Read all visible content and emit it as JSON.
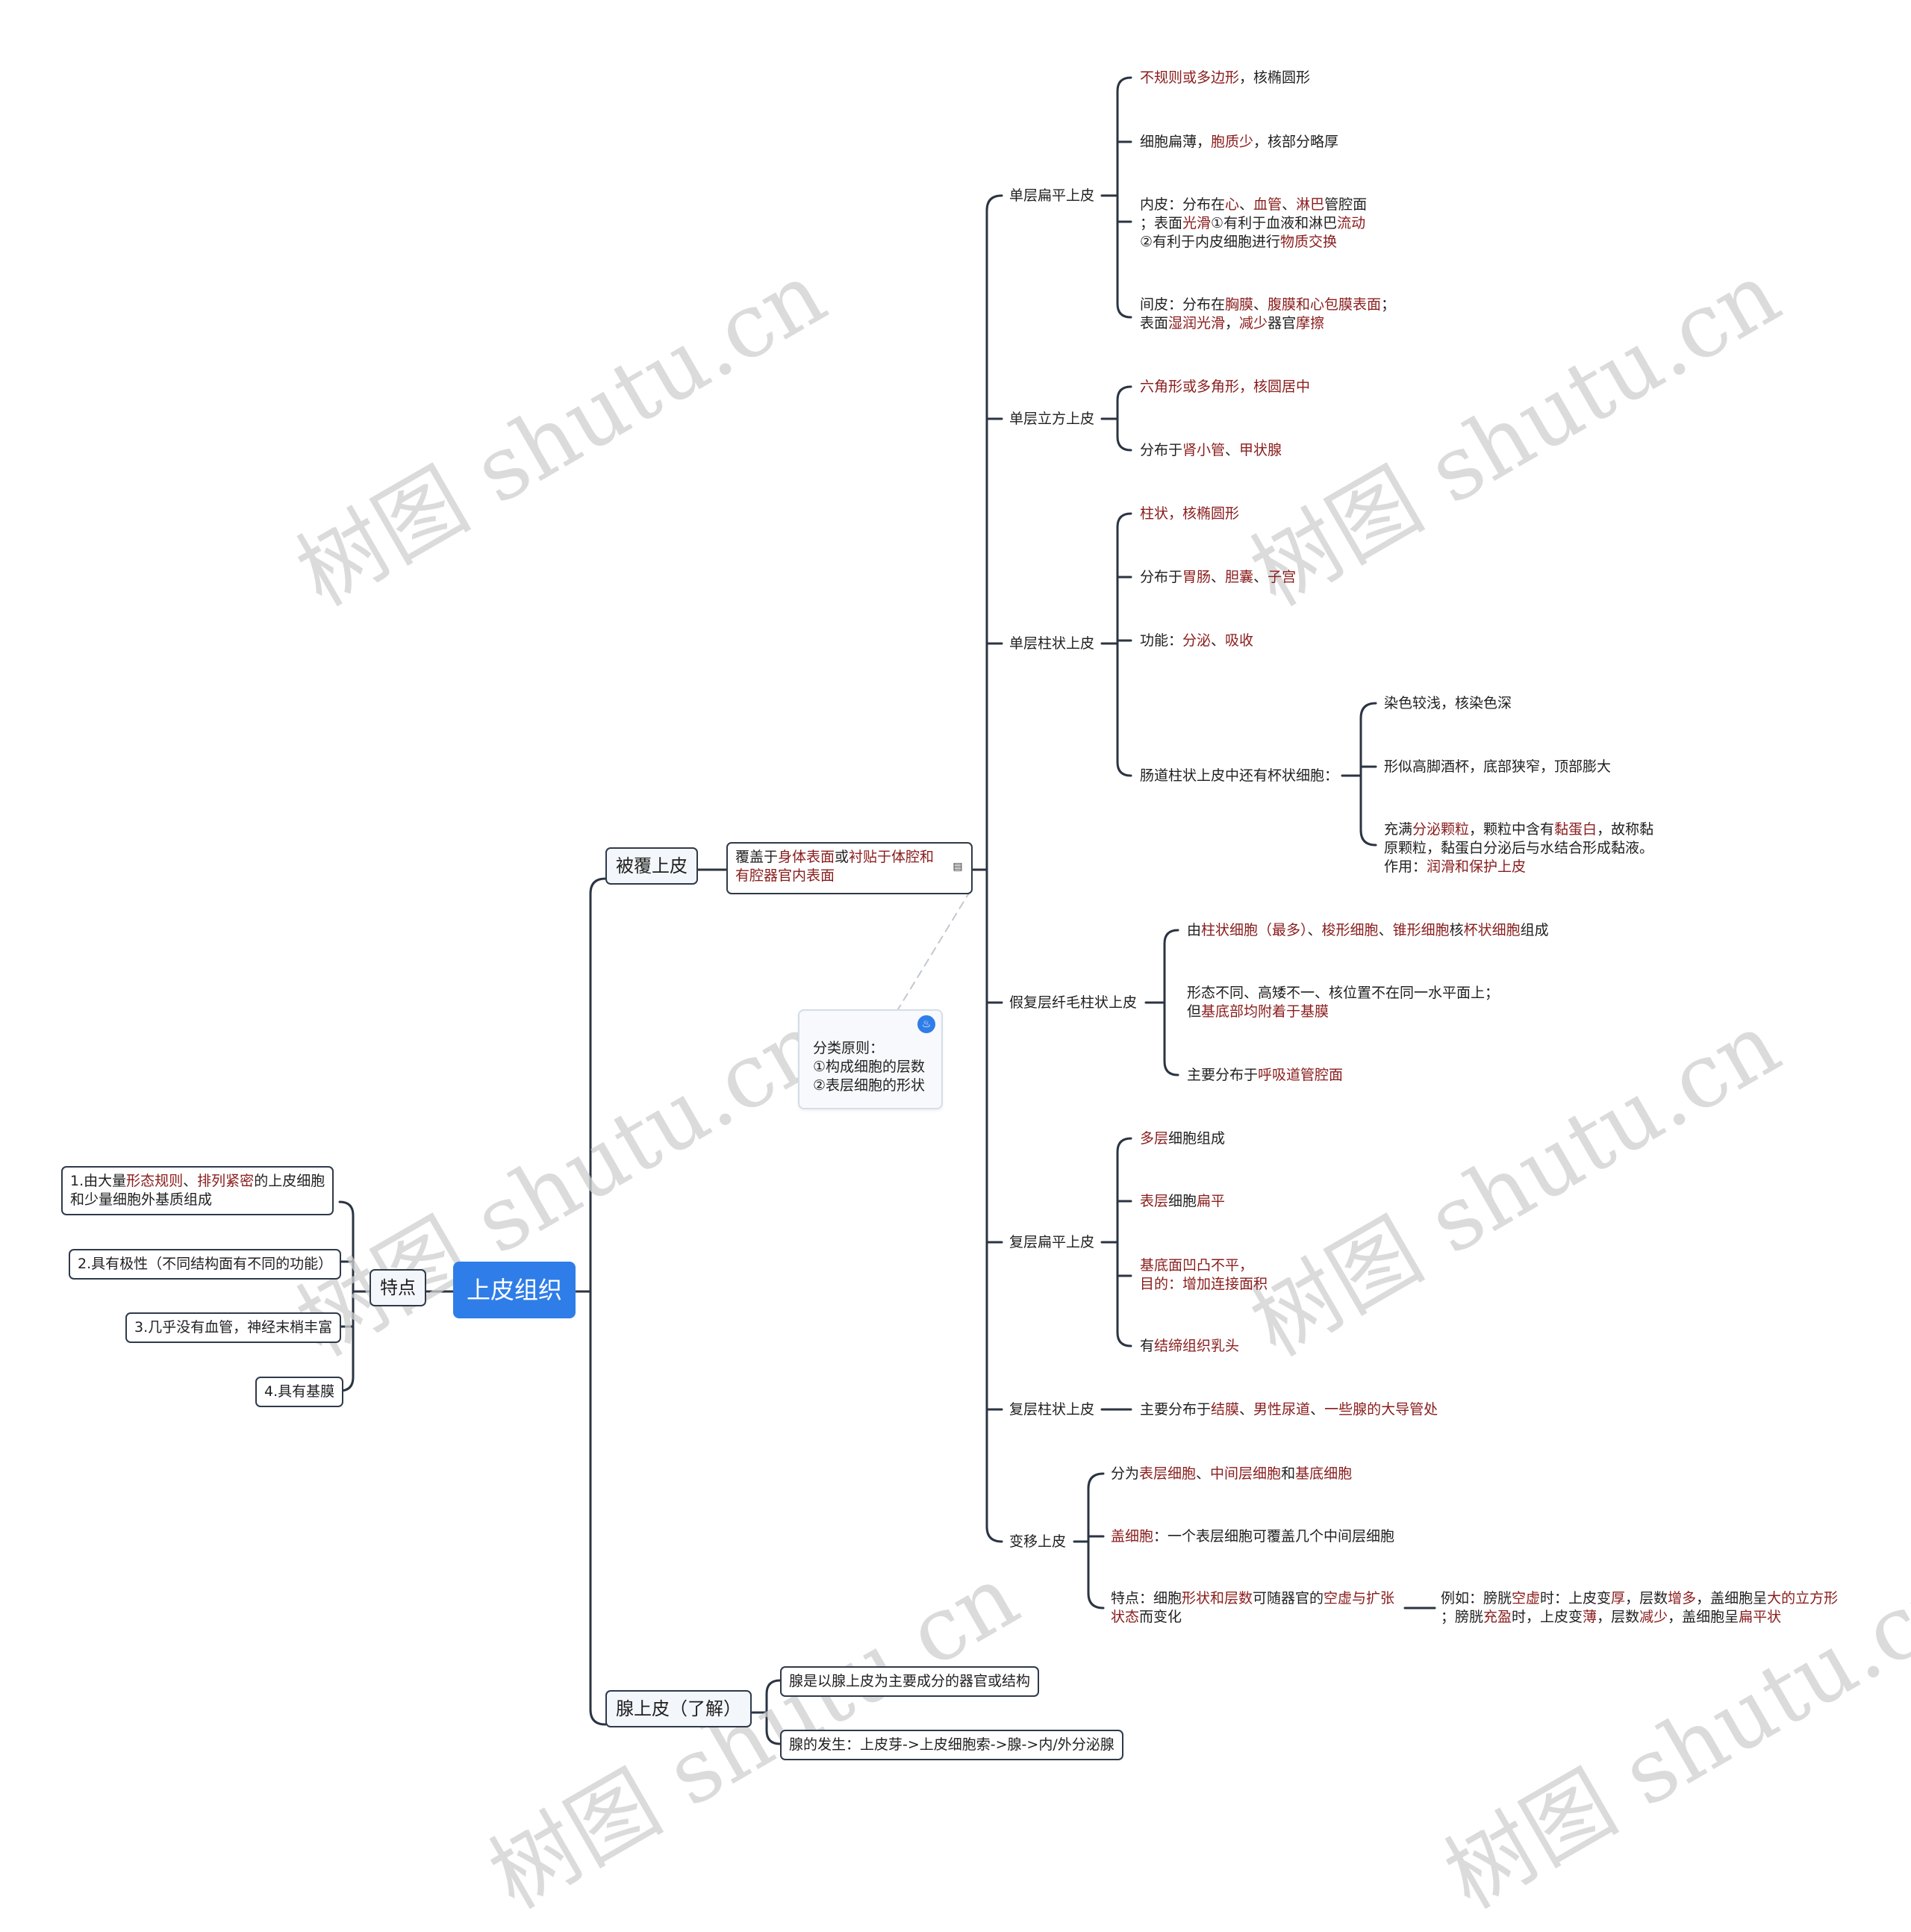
{
  "root": {
    "label": "上皮组织"
  },
  "features": {
    "label": "特点",
    "items": [
      [
        {
          "t": "1.由大量"
        },
        {
          "t": "形态规则",
          "h": true
        },
        {
          "t": "、"
        },
        {
          "t": "排列紧密",
          "h": true
        },
        {
          "t": "的上皮细胞"
        },
        {
          "br": true
        },
        {
          "t": "和少量细胞外基质组成"
        }
      ],
      [
        {
          "t": "2.具有极性（不同结构面有不同的功能）"
        }
      ],
      [
        {
          "t": "3.几乎没有血管，神经末梢丰富"
        }
      ],
      [
        {
          "t": "4.具有基膜"
        }
      ]
    ]
  },
  "covering": {
    "label": "被覆上皮",
    "desc": [
      {
        "t": "覆盖于"
      },
      {
        "t": "身体表面",
        "h": true
      },
      {
        "t": "或"
      },
      {
        "t": "衬贴于体腔和",
        "h": true
      },
      {
        "br": true
      },
      {
        "t": "有腔器官内表面",
        "h": true
      }
    ],
    "note": {
      "lines": [
        "分类原则：",
        "①构成细胞的层数",
        "②表层细胞的形状"
      ]
    },
    "types": [
      {
        "label": "单层扁平上皮",
        "items": [
          [
            {
              "t": "不规则或多边形",
              "h": true
            },
            {
              "t": "，核椭圆形"
            }
          ],
          [
            {
              "t": "细胞扁薄，"
            },
            {
              "t": "胞质少",
              "h": true
            },
            {
              "t": "，核部分略厚"
            }
          ],
          [
            {
              "t": "内皮：分布在"
            },
            {
              "t": "心",
              "h": true
            },
            {
              "t": "、"
            },
            {
              "t": "血管",
              "h": true
            },
            {
              "t": "、"
            },
            {
              "t": "淋巴",
              "h": true
            },
            {
              "t": "管腔面"
            },
            {
              "br": true
            },
            {
              "t": "；表面"
            },
            {
              "t": "光滑",
              "h": true
            },
            {
              "t": "①有利于血液和淋巴"
            },
            {
              "t": "流动",
              "h": true
            },
            {
              "br": true
            },
            {
              "t": "②有利于内皮细胞进行"
            },
            {
              "t": "物质交换",
              "h": true
            }
          ],
          [
            {
              "t": "间皮：分布在"
            },
            {
              "t": "胸膜",
              "h": true
            },
            {
              "t": "、"
            },
            {
              "t": "腹膜和心包膜表面",
              "h": true
            },
            {
              "t": "；"
            },
            {
              "br": true
            },
            {
              "t": "表面"
            },
            {
              "t": "湿润光滑",
              "h": true
            },
            {
              "t": "，"
            },
            {
              "t": "减少",
              "h": true
            },
            {
              "t": "器官"
            },
            {
              "t": "摩擦",
              "h": true
            }
          ]
        ]
      },
      {
        "label": "单层立方上皮",
        "items": [
          [
            {
              "t": "六角形或多角形，核圆居中",
              "h": true
            }
          ],
          [
            {
              "t": "分布于"
            },
            {
              "t": "肾小管",
              "h": true
            },
            {
              "t": "、"
            },
            {
              "t": "甲状腺",
              "h": true
            }
          ]
        ]
      },
      {
        "label": "单层柱状上皮",
        "items": [
          [
            {
              "t": "柱状，核椭圆形",
              "h": true
            }
          ],
          [
            {
              "t": "分布于"
            },
            {
              "t": "胃肠",
              "h": true
            },
            {
              "t": "、"
            },
            {
              "t": "胆囊",
              "h": true
            },
            {
              "t": "、"
            },
            {
              "t": "子宫",
              "h": true
            }
          ],
          [
            {
              "t": "功能："
            },
            {
              "t": "分泌",
              "h": true
            },
            {
              "t": "、"
            },
            {
              "t": "吸收",
              "h": true
            }
          ],
          [
            {
              "t": "肠道柱状上皮中还有杯状细胞："
            }
          ]
        ],
        "goblet": [
          [
            {
              "t": "染色较浅，核染色深"
            }
          ],
          [
            {
              "t": "形似高脚酒杯，底部狭窄，顶部膨大"
            }
          ],
          [
            {
              "t": "充满"
            },
            {
              "t": "分泌颗粒",
              "h": true
            },
            {
              "t": "，颗粒中含有"
            },
            {
              "t": "黏蛋白",
              "h": true
            },
            {
              "t": "，故称黏"
            },
            {
              "br": true
            },
            {
              "t": "原颗粒，黏蛋白分泌后与水结合形成黏液。"
            },
            {
              "br": true
            },
            {
              "t": "作用："
            },
            {
              "t": "润滑和保护上皮",
              "h": true
            }
          ]
        ]
      },
      {
        "label": "假复层纤毛柱状上皮",
        "items": [
          [
            {
              "t": "由"
            },
            {
              "t": "柱状细胞（最多）",
              "h": true
            },
            {
              "t": "、"
            },
            {
              "t": "梭形细胞",
              "h": true
            },
            {
              "t": "、"
            },
            {
              "t": "锥形细胞",
              "h": true
            },
            {
              "t": "核"
            },
            {
              "t": "杯状细胞",
              "h": true
            },
            {
              "t": "组成"
            }
          ],
          [
            {
              "t": "形态不同、高矮不一、核位置不在同一水平面上；"
            },
            {
              "br": true
            },
            {
              "t": "但"
            },
            {
              "t": "基底部均附着于基膜",
              "h": true
            }
          ],
          [
            {
              "t": "主要分布于"
            },
            {
              "t": "呼吸道管腔面",
              "h": true
            }
          ]
        ]
      },
      {
        "label": "复层扁平上皮",
        "items": [
          [
            {
              "t": "多层",
              "h": true
            },
            {
              "t": "细胞组成"
            }
          ],
          [
            {
              "t": "表层",
              "h": true
            },
            {
              "t": "细胞"
            },
            {
              "t": "扁平",
              "h": true
            }
          ],
          [
            {
              "t": "    基底面凹凸不平，",
              "h": true
            },
            {
              "br": true
            },
            {
              "t": "目的：",
              "h": true
            },
            {
              "t": "增加连接面积",
              "h": true
            }
          ],
          [
            {
              "t": "有"
            },
            {
              "t": "结缔组织乳头",
              "h": true
            }
          ]
        ]
      },
      {
        "label": "复层柱状上皮",
        "items": [
          [
            {
              "t": "主要分布于"
            },
            {
              "t": "结膜",
              "h": true
            },
            {
              "t": "、"
            },
            {
              "t": "男性尿道",
              "h": true
            },
            {
              "t": "、"
            },
            {
              "t": "一些腺的大导管处",
              "h": true
            }
          ]
        ]
      },
      {
        "label": "变移上皮",
        "items": [
          [
            {
              "t": "分为"
            },
            {
              "t": "表层细胞",
              "h": true
            },
            {
              "t": "、"
            },
            {
              "t": "中间层细胞",
              "h": true
            },
            {
              "t": "和"
            },
            {
              "t": "基底细胞",
              "h": true
            }
          ],
          [
            {
              "t": "盖细胞",
              "h": true
            },
            {
              "t": "：一个表层细胞可覆盖几个中间层细胞"
            }
          ],
          [
            {
              "t": "特点：细胞"
            },
            {
              "t": "形状和层数",
              "h": true
            },
            {
              "t": "可随器官的"
            },
            {
              "t": "空虚与扩张",
              "h": true
            },
            {
              "br": true
            },
            {
              "t": "状态",
              "h": true
            },
            {
              "t": "而变化"
            }
          ]
        ],
        "example": [
          {
            "t": "例如：膀胱"
          },
          {
            "t": "空虚",
            "h": true
          },
          {
            "t": "时：上皮变"
          },
          {
            "t": "厚",
            "h": true
          },
          {
            "t": "，层数"
          },
          {
            "t": "增多",
            "h": true
          },
          {
            "t": "，盖细胞呈"
          },
          {
            "t": "大的立方形",
            "h": true
          },
          {
            "br": true
          },
          {
            "t": "；膀胱"
          },
          {
            "t": "充盈",
            "h": true
          },
          {
            "t": "时，上皮变"
          },
          {
            "t": "薄",
            "h": true
          },
          {
            "t": "，层数"
          },
          {
            "t": "减少",
            "h": true
          },
          {
            "t": "，盖细胞呈"
          },
          {
            "t": "扁平状",
            "h": true
          }
        ]
      }
    ]
  },
  "glandular": {
    "label": "腺上皮（了解）",
    "items": [
      [
        {
          "t": "腺是以腺上皮为主要成分的器官或结构"
        }
      ],
      [
        {
          "t": "腺的发生：上皮芽->上皮细胞索->腺->内/外分泌腺"
        }
      ]
    ]
  },
  "watermark": "树图 shutu.cn",
  "colors": {
    "highlight": "#8a1c1c",
    "root_fill": "#2f7de8",
    "line": "#2b3442",
    "section_fill": "#f3f6fa"
  }
}
